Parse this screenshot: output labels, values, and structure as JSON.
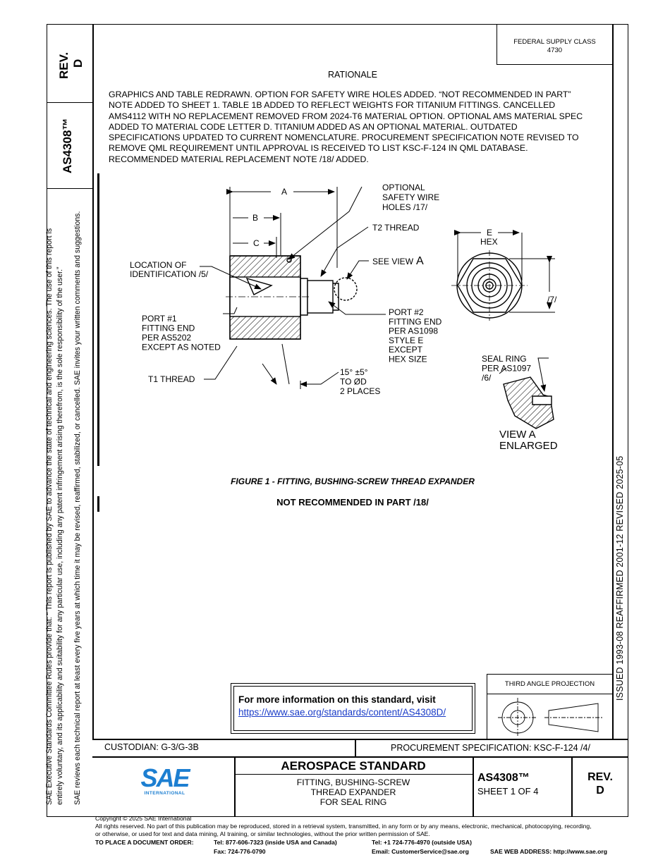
{
  "header": {
    "federal_supply_class_label": "FEDERAL SUPPLY CLASS",
    "federal_supply_class_value": "4730"
  },
  "left_strip": {
    "rev_label": "REV.",
    "rev_value": "D",
    "doc_number": "AS4308™"
  },
  "disclaimer": {
    "line1": "SAE Executive Standards Committee Rules provide that: “  This report is published by SAE to advance the state of technical and engineering sciences. The use of this report is",
    "line2": "entirely voluntary, and its applicability and suitability for any particular use, including any patent infringement arising therefrom, is the sole responsibility of the user.”",
    "line3": "SAE reviews each technical report at least every five years at which time it may be revised, reaffirmed, stabilized, or cancelled. SAE invites your written comments and suggestions."
  },
  "right_strip": {
    "dates": "ISSUED 1993-08     REAFFIRMED 2001-12     REVISED 2025-05"
  },
  "rationale": {
    "title": "RATIONALE",
    "lines": [
      "GRAPHICS AND TABLE REDRAWN. OPTION FOR SAFETY WIRE HOLES ADDED. “NOT RECOMMENDED IN PART”",
      "NOTE ADDED TO SHEET 1. TABLE 1B ADDED TO REFLECT WEIGHTS FOR TITANIUM FITTINGS. CANCELLED",
      "AMS4112 WITH NO REPLACEMENT REMOVED FROM 2024-T6 MATERIAL OPTION. OPTIONAL AMS MATERIAL SPEC",
      "ADDED TO MATERIAL CODE LETTER D. TITANIUM ADDED AS AN OPTIONAL MATERIAL. OUTDATED",
      "SPECIFICATIONS UPDATED TO CURRENT NOMENCLATURE. PROCUREMENT SPECIFICATION NOTE REVISED TO",
      "REMOVE QML REQUIREMENT UNTIL APPROVAL IS RECEIVED TO LIST KSC-F-124 IN QML DATABASE.",
      "RECOMMENDED MATERIAL REPLACEMENT NOTE /18/ ADDED."
    ]
  },
  "drawing": {
    "dim_a": "A",
    "dim_b": "B",
    "dim_c": "C",
    "dim_e": "E",
    "hex": "HEX",
    "dim_7": "/7/",
    "safety_wire": [
      "OPTIONAL",
      "SAFETY WIRE",
      "HOLES  /17/"
    ],
    "t2_thread": "T2 THREAD",
    "see_view": "SEE VIEW",
    "see_view_letter": "A",
    "location_id": [
      "LOCATION OF",
      "IDENTIFICATION /5/"
    ],
    "port1": [
      "PORT #1",
      "FITTING END",
      "PER AS5202",
      "EXCEPT AS NOTED"
    ],
    "port2": [
      "PORT #2",
      "FITTING END",
      "PER AS1098",
      "STYLE E",
      "EXCEPT",
      "HEX SIZE"
    ],
    "t1_thread": "T1 THREAD",
    "angle_note": [
      "15°  ±5°",
      "TO ØD",
      "2 PLACES"
    ],
    "seal_ring": [
      "SEAL RING",
      "PER AS1097",
      "/6/"
    ],
    "view_a": [
      "VIEW A",
      "ENLARGED"
    ]
  },
  "figure": {
    "caption": "FIGURE 1 - FITTING, BUSHING-SCREW THREAD EXPANDER",
    "note": "NOT RECOMMENDED IN PART /18/"
  },
  "info_box": {
    "text": "For more information on this standard, visit",
    "link": "https://www.sae.org/standards/content/AS4308D/"
  },
  "projection": {
    "label": "THIRD ANGLE PROJECTION"
  },
  "title_block": {
    "custodian": "CUSTODIAN: G-3/G-3B",
    "procurement": "PROCUREMENT SPECIFICATION: KSC-F-124 /4/",
    "logo_text": "SAE",
    "logo_sub": "INTERNATIONAL",
    "standard_type": "AEROSPACE STANDARD",
    "title_lines": [
      "FITTING, BUSHING-SCREW",
      "THREAD EXPANDER",
      "FOR SEAL RING"
    ],
    "doc_number": "AS4308™",
    "sheet": "SHEET 1 OF 4",
    "rev_label": "REV.",
    "rev_value": "D"
  },
  "footer": {
    "copyright": "Copyright © 2025 SAE International",
    "rights1": "All rights reserved. No part of this publication may be reproduced, stored in a retrieval system, transmitted, in any form or by any means, electronic, mechanical, photocopying, recording,",
    "rights2": "or otherwise, or used for text and data mining, AI training, or similar technologies, without the prior written permission of SAE.",
    "order_label": "TO PLACE A DOCUMENT ORDER:",
    "tel_us": "Tel: 877-606-7323 (inside USA and Canada)",
    "fax": "Fax: 724-776-0790",
    "tel_outside": "Tel: +1 724-776-4970 (outside USA)",
    "email": "Email: CustomerService@sae.org",
    "web": "SAE WEB ADDRESS: http://www.sae.org"
  }
}
